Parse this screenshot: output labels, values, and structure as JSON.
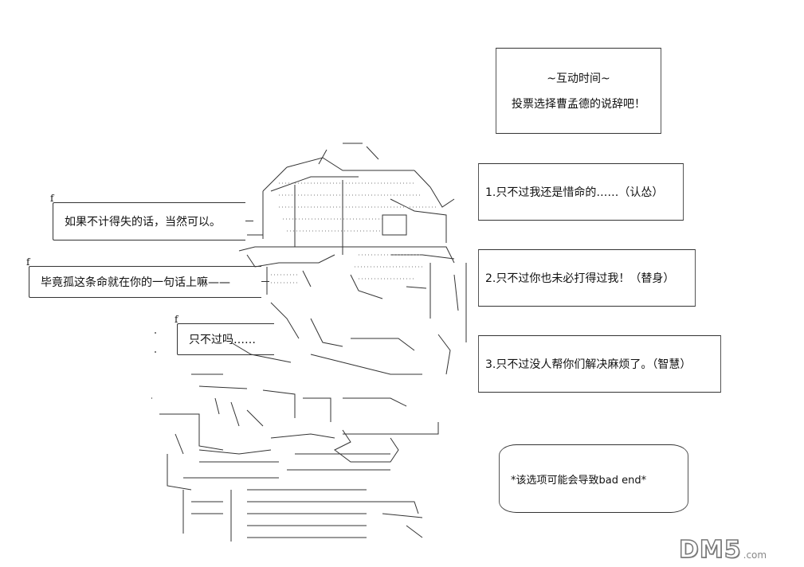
{
  "title_box": {
    "heading": "~互动时间~",
    "subtitle": "投票选择曹孟德的说辞吧！"
  },
  "choices": [
    {
      "label": "1.只不过我还是惜命的……（认怂）"
    },
    {
      "label": "2.只不过你也未必打得过我！（替身）"
    },
    {
      "label": "3.只不过没人帮你们解决麻烦了。（智慧）"
    }
  ],
  "bubbles": [
    {
      "tick": "f",
      "text": "如果不计得失的话，当然可以。"
    },
    {
      "tick": "f",
      "text": "毕竟孤这条命就在你的一句话上嘛——"
    },
    {
      "tick": "f",
      "text": "只不过吗……"
    }
  ],
  "note": "*该选项可能会导致bad end*",
  "watermark": {
    "logo": "DM5",
    "suffix": ".com"
  }
}
